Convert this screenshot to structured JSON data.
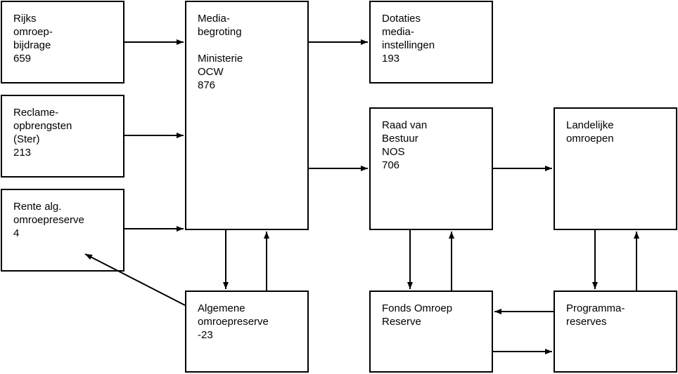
{
  "boxes": {
    "rijks": {
      "lines": [
        "Rijks",
        "omroep-",
        "bijdrage",
        "659"
      ]
    },
    "reclame": {
      "lines": [
        "Reclame-",
        "opbrengsten",
        "(Ster)",
        "213"
      ]
    },
    "rente": {
      "lines": [
        "Rente alg.",
        "omroepreserve",
        "4"
      ]
    },
    "media": {
      "lines": [
        "Media-",
        "begroting",
        "",
        "Ministerie",
        "OCW",
        "876"
      ]
    },
    "algemene": {
      "lines": [
        "Algemene",
        "omroepreserve",
        "-23"
      ]
    },
    "dotaties": {
      "lines": [
        "Dotaties",
        "media-",
        "instellingen",
        "193"
      ]
    },
    "raad": {
      "lines": [
        "Raad van",
        "Bestuur",
        "NOS",
        "706"
      ]
    },
    "fonds": {
      "lines": [
        "Fonds Omroep",
        "Reserve"
      ]
    },
    "landelijke": {
      "lines": [
        "Landelijke",
        "omroepen"
      ]
    },
    "programma": {
      "lines": [
        "Programma-",
        "reserves"
      ]
    }
  }
}
